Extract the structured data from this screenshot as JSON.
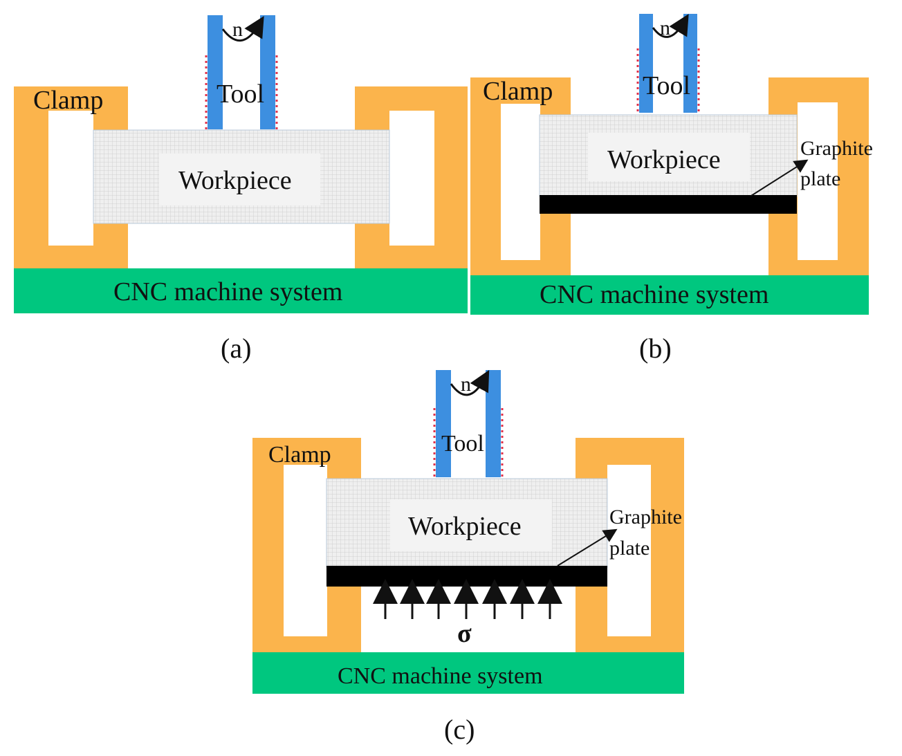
{
  "panels": {
    "a": {
      "caption": "(a)",
      "clamp_label": "Clamp",
      "tool_label": "Tool",
      "rotation_label": "n",
      "workpiece_label": "Workpiece",
      "base_label": "CNC machine system"
    },
    "b": {
      "caption": "(b)",
      "clamp_label": "Clamp",
      "tool_label": "Tool",
      "rotation_label": "n",
      "workpiece_label": "Workpiece",
      "graphite_label_1": "Graphite",
      "graphite_label_2": "plate",
      "base_label": "CNC machine system"
    },
    "c": {
      "caption": "(c)",
      "clamp_label": "Clamp",
      "tool_label": "Tool",
      "rotation_label": "n",
      "workpiece_label": "Workpiece",
      "graphite_label_1": "Graphite",
      "graphite_label_2": "plate",
      "stress_label": "σ",
      "base_label": "CNC machine system"
    }
  },
  "colors": {
    "clamp": "#fbb44c",
    "base": "#00c77f",
    "tool": "#3d8fe0",
    "workpiece": "#e6e6e6",
    "graphite": "#000000",
    "tool_teeth": "#e0304a"
  }
}
